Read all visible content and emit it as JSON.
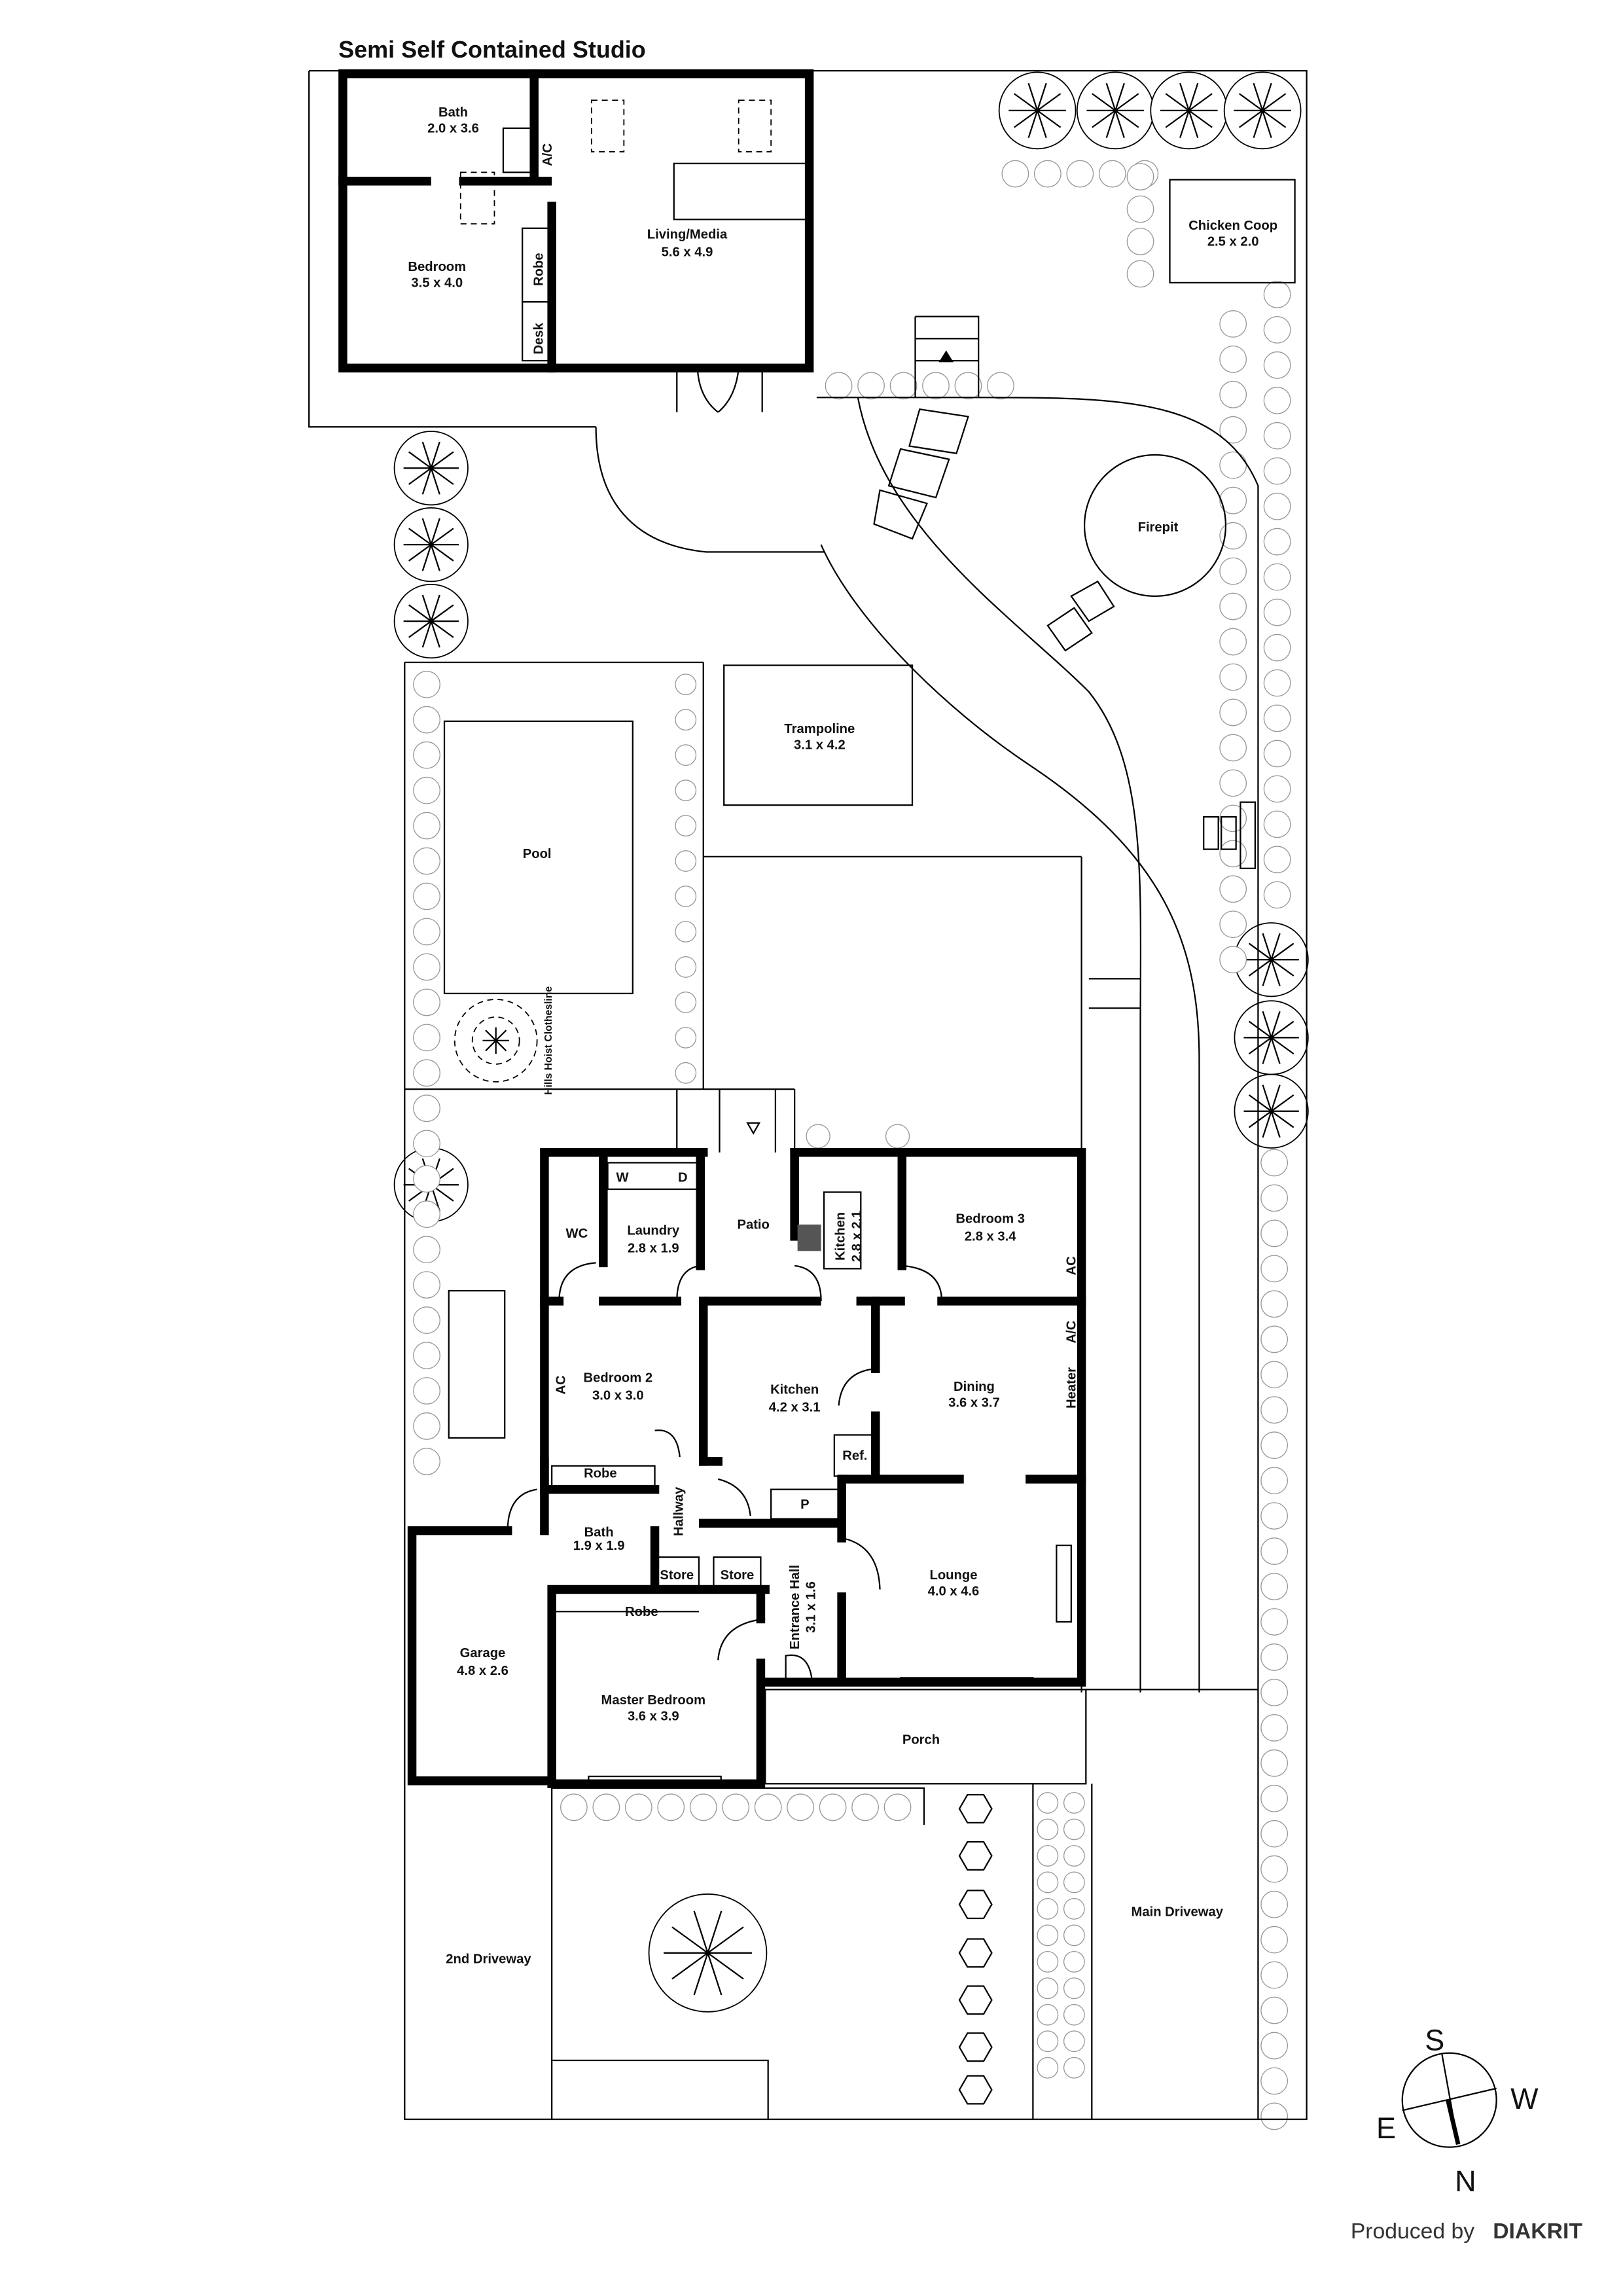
{
  "title": "Semi Self Contained Studio",
  "studio": {
    "bath": {
      "name": "Bath",
      "dims": "2.0 x 3.6"
    },
    "bedroom": {
      "name": "Bedroom",
      "dims": "3.5 x 4.0"
    },
    "living": {
      "name": "Living/Media",
      "dims": "5.6 x 4.9"
    },
    "robe": "Robe",
    "desk": "Desk",
    "ac": "A/C"
  },
  "yard": {
    "chicken_coop": {
      "name": "Chicken Coop",
      "dims": "2.5 x 2.0"
    },
    "firepit": "Firepit",
    "trampoline": {
      "name": "Trampoline",
      "dims": "3.1 x 4.2"
    },
    "pool": "Pool",
    "clothesline": "Hills Hoist Clothesline",
    "second_driveway": "2nd Driveway",
    "main_driveway": "Main Driveway",
    "porch": "Porch"
  },
  "house": {
    "wc": "WC",
    "laundry": {
      "name": "Laundry",
      "dims": "2.8 x 1.9"
    },
    "washer": "W",
    "dryer": "D",
    "patio": "Patio",
    "kitchen_small": {
      "name": "Kitchen",
      "dims": "2.8 x 2.1"
    },
    "bedroom3": {
      "name": "Bedroom 3",
      "dims": "2.8 x 3.4"
    },
    "ac_bed3": "AC",
    "ac_dining": "A/C",
    "heater": "Heater",
    "bedroom2": {
      "name": "Bedroom 2",
      "dims": "3.0 x 3.0"
    },
    "ac_bed2": "AC",
    "kitchen": {
      "name": "Kitchen",
      "dims": "4.2 x 3.1"
    },
    "dining": {
      "name": "Dining",
      "dims": "3.6 x 3.7"
    },
    "ref": "Ref.",
    "pantry": "P",
    "robe_bed2": "Robe",
    "hallway": "Hallway",
    "bath": {
      "name": "Bath",
      "dims": "1.9 x 1.9"
    },
    "store1": "Store",
    "store2": "Store",
    "entrance": {
      "name": "Entrance Hall",
      "dims": "3.1 x 1.6"
    },
    "lounge": {
      "name": "Lounge",
      "dims": "4.0 x 4.6"
    },
    "robe_master": "Robe",
    "master": {
      "name": "Master Bedroom",
      "dims": "3.6 x 3.9"
    },
    "garage": {
      "name": "Garage",
      "dims": "4.8 x 2.6"
    }
  },
  "compass": {
    "s": "S",
    "w": "W",
    "e": "E",
    "n": "N"
  },
  "credit": {
    "prefix": "Produced by",
    "brand": "DIAKRIT"
  }
}
